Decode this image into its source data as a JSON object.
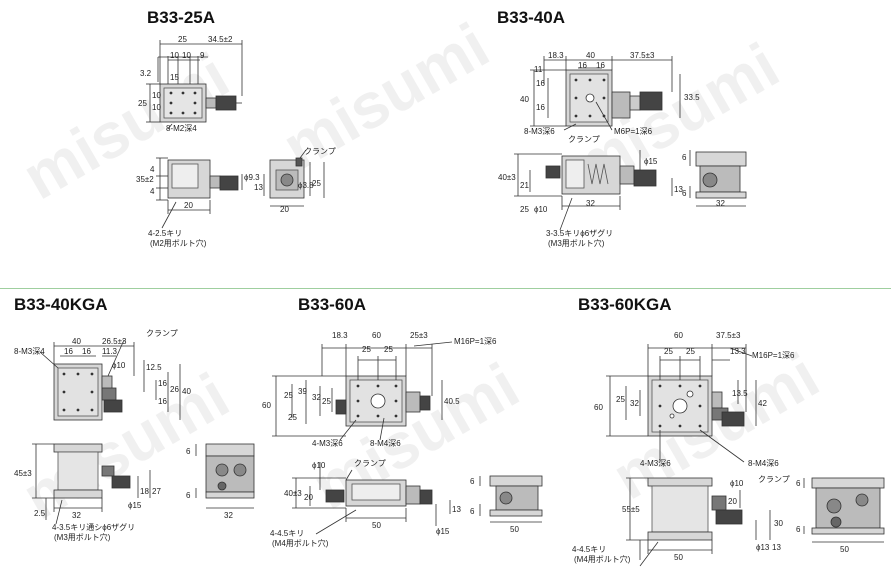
{
  "titles": {
    "b3325a": "B33-25A",
    "b3340a": "B33-40A",
    "b3340kga": "B33-40KGA",
    "b3360a": "B33-60A",
    "b3360kga": "B33-60KGA"
  },
  "watermark": "misumi",
  "colors": {
    "divider": "#9fcf9f",
    "line": "#333333",
    "body": "#d7d7d7",
    "dark": "#555555"
  },
  "p1": {
    "top": [
      "25",
      "34.5±2",
      "10",
      "10",
      "9",
      "15",
      "3.2",
      "25",
      "10",
      "10"
    ],
    "note": "8-M2深4",
    "side": [
      "35±2",
      "4",
      "4",
      "20",
      "ϕ9.3"
    ],
    "hole": "4-2.5キリ",
    "holeSub": "(M2用ボルト穴)",
    "end": [
      "クランプ",
      "ϕ3.8",
      "13",
      "25",
      "20"
    ]
  },
  "p2": {
    "top": [
      "18.3",
      "40",
      "37.5±3",
      "16",
      "16",
      "11",
      "16",
      "40",
      "16",
      "33.5"
    ],
    "note1": "8-M3深6",
    "note2": "M6P=1深6",
    "side": [
      "クランプ",
      "40±3",
      "21",
      "25",
      "ϕ10",
      "32",
      "ϕ15",
      "13"
    ],
    "hole": "3-3.5キリϕ6ザグリ",
    "holeSub": "(M3用ボルト穴)",
    "end": [
      "6",
      "6",
      "32"
    ]
  },
  "p3": {
    "note": "8-M3深4",
    "top": [
      "40",
      "26.5±3",
      "16",
      "16",
      "11.3",
      "クランプ",
      "ϕ10",
      "12.5",
      "16",
      "40",
      "26",
      "16"
    ],
    "side": [
      "45±3",
      "2.5",
      "32",
      "ϕ15",
      "18",
      "27"
    ],
    "hole": "4-3.5キリ通シϕ6ザグリ",
    "holeSub": "(M3用ボルト穴)",
    "end": [
      "6",
      "6",
      "32"
    ]
  },
  "p4": {
    "top": [
      "18.3",
      "60",
      "25±3",
      "25",
      "25",
      "M16P=1深6",
      "25",
      "39",
      "32",
      "25",
      "40.5",
      "60",
      "25"
    ],
    "note1": "4-M3深6",
    "note2": "8-M4深6",
    "side": [
      "ϕ10",
      "クランプ",
      "20",
      "40±3",
      "50",
      "ϕ15",
      "13"
    ],
    "hole": "4-4.5キリ",
    "holeSub": "(M4用ボルト穴)",
    "end": [
      "6",
      "6",
      "50"
    ]
  },
  "p5": {
    "top": [
      "60",
      "37.5±3",
      "25",
      "25",
      "13.3",
      "M16P=1深6",
      "25",
      "32",
      "42",
      "13.5",
      "60"
    ],
    "note1": "4-M3深6",
    "note2": "8-M4深6",
    "side": [
      "ϕ10",
      "クランプ",
      "55±5",
      "20",
      "30",
      "ϕ13",
      "13",
      "50"
    ],
    "hole": "4-4.5キリ",
    "holeSub": "(M4用ボルト穴)",
    "end": [
      "6",
      "6",
      "50"
    ]
  }
}
